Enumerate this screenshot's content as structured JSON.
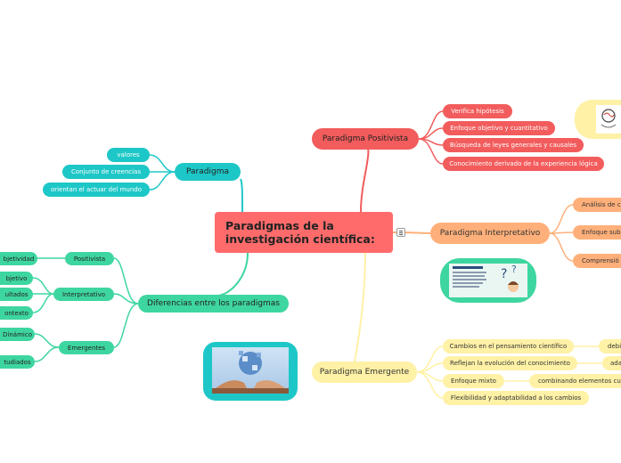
{
  "root": {
    "title": "Paradigmas de la investigación científica:"
  },
  "positivista": {
    "label": "Paradigma Positivista",
    "items": [
      "Verifica hipótesis",
      "Enfoque objetivo y cuantitativo",
      "Búsqueda de leyes generales y causales",
      "Conocimiento derivado de la experiencia lógica"
    ]
  },
  "interpretativo": {
    "label": "Paradigma Interpretativo",
    "items": [
      "Análisis de c",
      "Enfoque sub",
      "Comprensió"
    ]
  },
  "emergente": {
    "label": "Paradigma Emergente",
    "items": [
      "Cambios en el pensamiento científico",
      "Reflejan la evolución del conocimiento",
      "Enfoque mixto",
      "Flexibilidad y adaptabilidad a los cambios"
    ],
    "sub": [
      "debi",
      "ada",
      "combinando elementos cua"
    ]
  },
  "paradigma": {
    "label": "Paradigma",
    "items": [
      "valores",
      "Conjunto de creencias",
      "orientan el actuar del mundo"
    ]
  },
  "diferencias": {
    "label": "Diferencias entre los paradigmas",
    "groups": [
      "Positivista",
      "Interpretativo",
      "Emergentes"
    ],
    "items": [
      "bjetividad",
      "bjetivo",
      "ultados",
      "ontexto",
      "Dinámico",
      "tudiados"
    ]
  },
  "images": {
    "thumb_icon": "brain-hand-sketch",
    "slide_title": "Paradigma Interpretativo",
    "slide_icon": "question-marks-boy",
    "photo_icon": "hands-brain-puzzle"
  },
  "colors": {
    "red": "#f25c5c",
    "orange": "#ffb07a",
    "yellow": "#fff1a6",
    "teal": "#1ec7c7",
    "green": "#3ed6a0",
    "root": "#ff6b6b"
  }
}
